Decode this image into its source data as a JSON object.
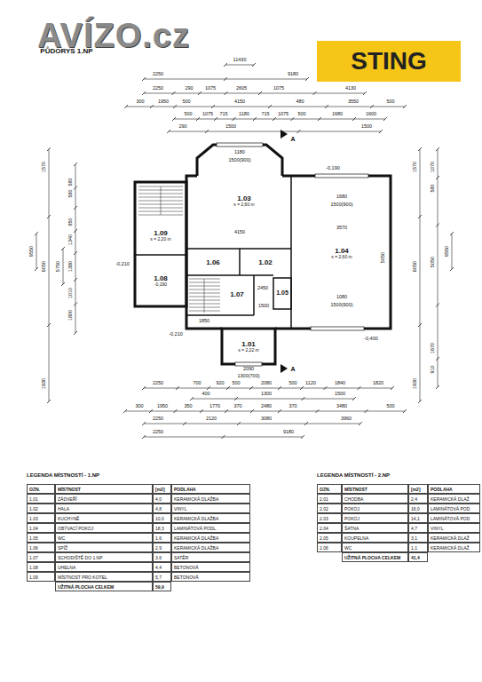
{
  "diagram": {
    "nodes": [
      {
        "text": [
          "STING"
        ]
      },
      {
        "text": [
          "1.03",
          "s = 2,60 m"
        ]
      },
      {
        "text": [
          "1.09",
          "s = 2,20 m"
        ]
      },
      {
        "text": [
          "1.08",
          "-0,190"
        ]
      },
      {
        "text": [
          "1.04",
          "s = 2,60 m"
        ]
      },
      {
        "text": [
          "1.06"
        ]
      },
      {
        "text": [
          "1.02"
        ]
      },
      {
        "text": [
          "1.07"
        ]
      },
      {
        "text": [
          "1.05"
        ]
      },
      {
        "text": [
          "1.01",
          "s = 2,22 m"
        ]
      }
    ],
    "labels": [
      "AVÍZO.cz",
      "PŮDORYS 1.NP",
      "11430",
      "2250",
      "9180",
      "2250",
      "290",
      "1075",
      "2605",
      "1075",
      "4130",
      "300",
      "1950",
      "500",
      "4150",
      "480",
      "3550",
      "500",
      "500",
      "1075",
      "715",
      "1180",
      "715",
      "1075",
      "500",
      "1680",
      "1600",
      "290",
      "1500",
      "1500",
      "9550",
      "1570",
      "6050",
      "1930",
      "5750",
      "580",
      "580",
      "850",
      "1340",
      "1380",
      "1010",
      "1800",
      "1570",
      "6050",
      "1930",
      "1070",
      "580",
      "5050",
      "1670",
      "910",
      "9550",
      "2250",
      "700",
      "920",
      "500",
      "2080",
      "500",
      "1120",
      "1840",
      "1820",
      "400",
      "1300",
      "1500",
      "300",
      "1950",
      "350",
      "1770",
      "370",
      "2480",
      "370",
      "3480",
      "500",
      "2250",
      "2120",
      "3080",
      "3960",
      "2250",
      "9180",
      "1180",
      "1500(900)",
      "4150",
      "1680",
      "1500(900)",
      "3570",
      "5050",
      "2450",
      "1850",
      "1500",
      "1080",
      "1500(900)",
      "2090",
      "1300(700)",
      "-0,190",
      "-0,210",
      "-0,210",
      "-0,400",
      "A",
      "A",
      "LEGENDA MÍSTNOSTÍ - 1.NP",
      "OZN.",
      "MÍSTNOST",
      "[m2]",
      "PODLAHA",
      "1.01",
      "ZÁDVEŘÍ",
      "4,0",
      "KERAMICKÁ DLAŽBA",
      "1.02",
      "HALA",
      "4,8",
      "VINYL",
      "1.03",
      "KUCHYNĚ",
      "10,0",
      "KERAMICKÁ DLAŽBA",
      "1.04",
      "OBÝVACÍ POKOJ",
      "18,3",
      "LAMINÁTOVÁ PODL.",
      "1.05",
      "WC",
      "1,6",
      "KERAMICKÁ DLAŽBA",
      "1.06",
      "SPÍŽ",
      "2,9",
      "KERAMICKÁ DLAŽBA",
      "1.07",
      "SCHODIŠTĚ DO 1.NP",
      "3,6",
      "SATĚR",
      "1.08",
      "UHELNA",
      "4,4",
      "BETONOVÁ",
      "1.09",
      "MÍSTNOST PRO KOTEL",
      "5,7",
      "BETONOVÁ",
      "UŽITNÁ PLOCHA CELKEM",
      "59,9",
      "LEGENDA MÍSTNOSTÍ - 2.NP",
      "OZN.",
      "MÍSTNOST",
      "[m2]",
      "PODLAHA",
      "2.01",
      "CHODBA",
      "2,4",
      "KERAMICKÁ DLAŽ",
      "2.02",
      "POKOJ",
      "16,0",
      "LAMINÁTOVÁ POD",
      "2.03",
      "POKOJ",
      "14,1",
      "LAMINÁTOVÁ POD",
      "2.04",
      "ŠATNA",
      "4,7",
      "VINYL",
      "2.05",
      "KOUPELNA",
      "3,1",
      "KERAMICKÁ DLAŽ",
      "2.06",
      "WC",
      "1,1",
      "KERAMICKÁ DLAŽ",
      "UŽITNÁ PLOCHA CELKEM",
      "41,4"
    ]
  }
}
